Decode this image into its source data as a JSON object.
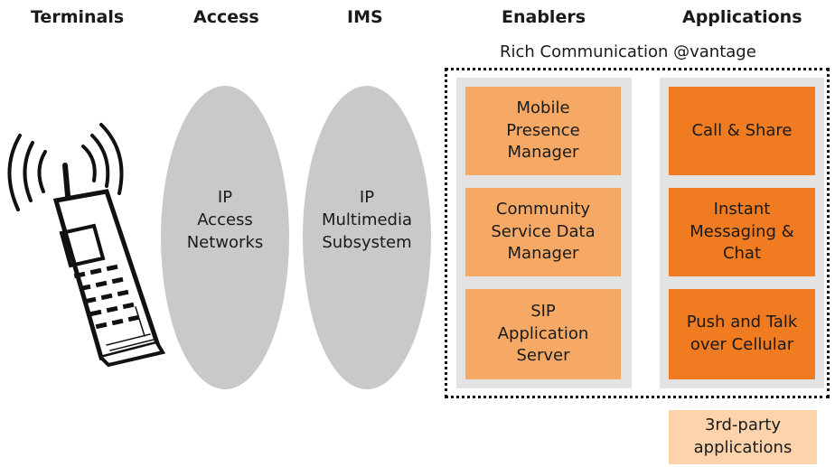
{
  "headers": {
    "terminals": "Terminals",
    "access": "Access",
    "ims": "IMS",
    "enablers": "Enablers",
    "applications": "Applications"
  },
  "subtitle": "Rich Communication @vantage",
  "access_network": [
    "IP",
    "Access",
    "Networks"
  ],
  "ims_subsystem": [
    "IP",
    "Multimedia",
    "Subsystem"
  ],
  "enablers": [
    [
      "Mobile",
      "Presence",
      "Manager"
    ],
    [
      "Community",
      "Service Data",
      "Manager"
    ],
    [
      "SIP",
      "Application",
      "Server"
    ]
  ],
  "applications": [
    [
      "Call & Share"
    ],
    [
      "Instant",
      "Messaging &",
      "Chat"
    ],
    [
      "Push and Talk",
      "over Cellular"
    ]
  ],
  "third_party": [
    "3rd-party",
    "applications"
  ],
  "colors": {
    "enabler_fill": "#f5a965",
    "application_fill": "#f07b20",
    "third_party_fill": "#fcd3aa",
    "column_bg": "#e3e3e3",
    "ellipse_fill": "#c9c9c9"
  },
  "icons": {
    "terminal": "mobile-phone-icon"
  }
}
